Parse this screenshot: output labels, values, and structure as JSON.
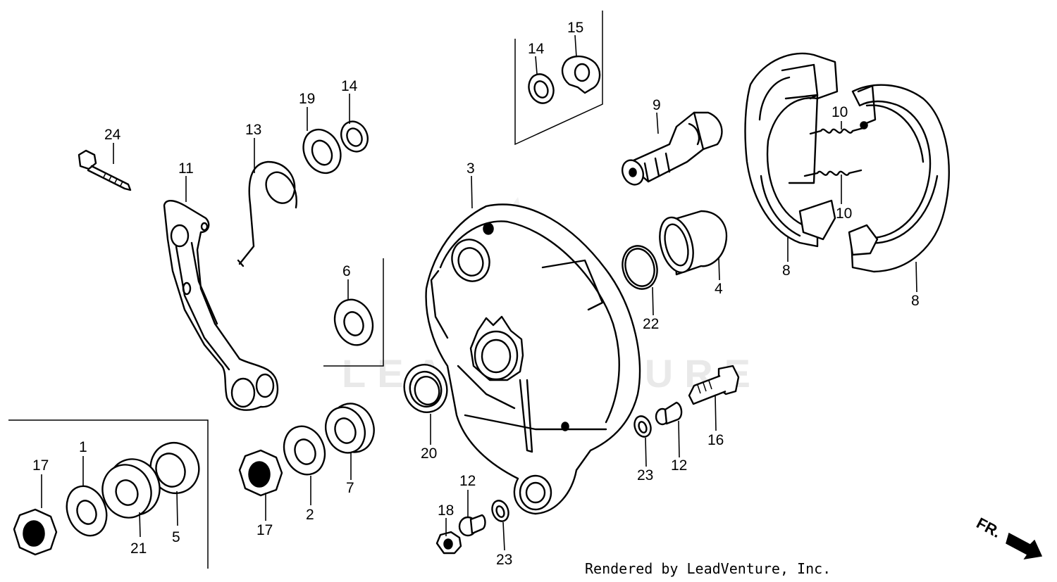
{
  "diagram": {
    "callouts": {
      "c1": "1",
      "c2": "2",
      "c3": "3",
      "c4": "4",
      "c5": "5",
      "c6": "6",
      "c7": "7",
      "c8a": "8",
      "c8b": "8",
      "c9": "9",
      "c10a": "10",
      "c10b": "10",
      "c11": "11",
      "c12a": "12",
      "c12b": "12",
      "c13": "13",
      "c14a": "14",
      "c14b": "14",
      "c15": "15",
      "c16": "16",
      "c17a": "17",
      "c17b": "17",
      "c18": "18",
      "c19": "19",
      "c20": "20",
      "c21": "21",
      "c22": "22",
      "c23a": "23",
      "c23b": "23",
      "c24": "24"
    },
    "direction_label": "FR.",
    "watermark": "LEADVENTURE",
    "footer": "Rendered by LeadVenture, Inc."
  }
}
